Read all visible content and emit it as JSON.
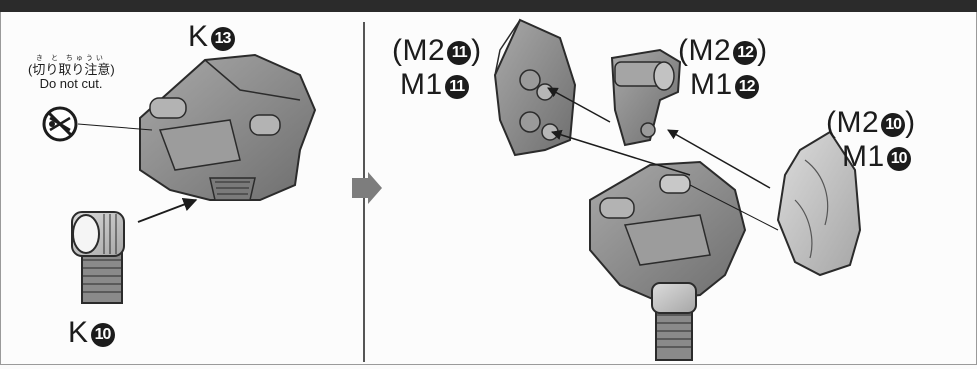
{
  "left_step": {
    "main_part": {
      "letter": "K",
      "number": "13"
    },
    "sub_part": {
      "letter": "K",
      "number": "10"
    },
    "warning": {
      "ruby": "き と ちゅうい",
      "japanese": "(切り取り注意)",
      "english": "Do not cut."
    }
  },
  "right_step": {
    "labels": [
      {
        "alt": "(M2",
        "alt_number": "11",
        "alt_close": ")",
        "main": "M1",
        "main_number": "11"
      },
      {
        "alt": "(M2",
        "alt_number": "12",
        "alt_close": ")",
        "main": "M1",
        "main_number": "12"
      },
      {
        "alt": "(M2",
        "alt_number": "10",
        "alt_close": ")",
        "main": "M1",
        "main_number": "10"
      }
    ]
  },
  "colors": {
    "ink": "#1c1c1c",
    "part_gray": "#8f8f8f",
    "part_light": "#c4c4c4",
    "topbar": "#2b2b2b"
  },
  "icons": [
    "no-cut-icon",
    "step-arrow-icon"
  ]
}
